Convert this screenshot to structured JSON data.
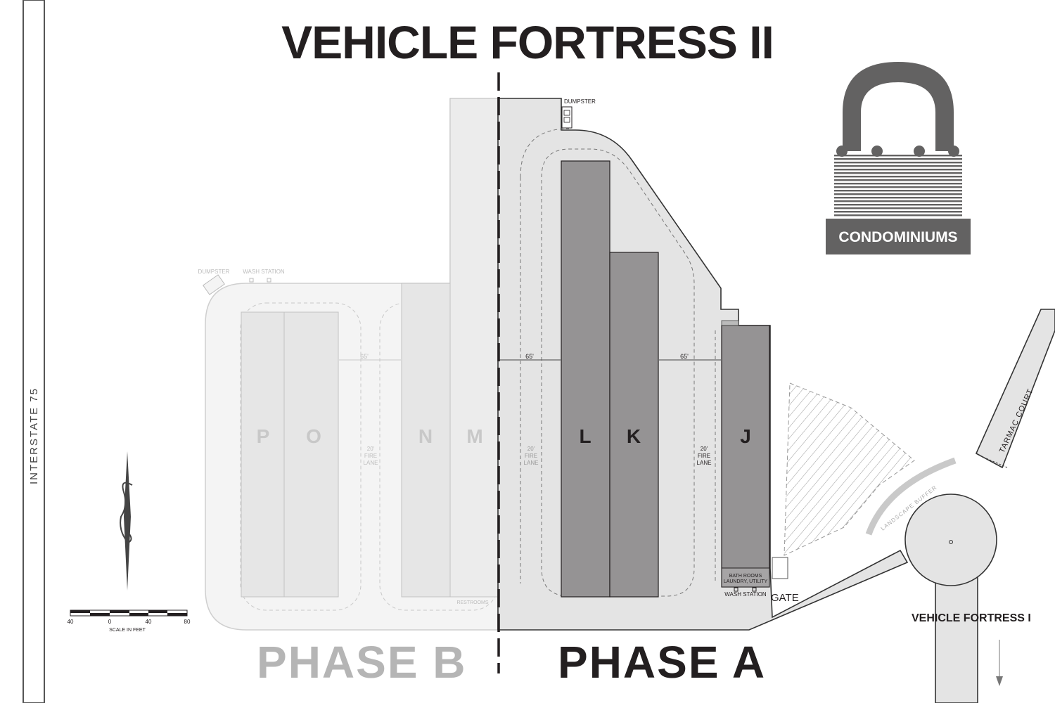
{
  "title": "VEHICLE FORTRESS II",
  "badge": "CONDOMINIUMS",
  "phases": {
    "b": "PHASE  B",
    "a": "PHASE  A"
  },
  "highway": "INTERSTATE  75",
  "road": "TARMAC COURT",
  "buffer": "LANDSCAPE BUFFER",
  "neighbor": "VEHICLE FORTRESS I",
  "gate": "GATE",
  "buildings": {
    "p": "P",
    "o": "O",
    "n": "N",
    "m": "M",
    "l": "L",
    "k": "K",
    "j": "J"
  },
  "labels": {
    "dumpster_a": "DUMPSTER",
    "dumpster_b": "DUMPSTER",
    "wash_station_a": "WASH  STATION",
    "wash_station_b": "WASH  STATION",
    "restrooms": "RESTROOMS",
    "bath_rooms": "BATH ROOMS",
    "laundry_utility": "LAUNDRY, UTILITY",
    "fire_lane": [
      "20'",
      "FIRE",
      "LANE"
    ]
  },
  "dimensions": {
    "gap_b": "65'",
    "gap_a1": "65'",
    "gap_a2": "65'"
  },
  "scale": {
    "ticks": [
      "40",
      "0",
      "40",
      "80"
    ],
    "caption": "SCALE IN FEET"
  },
  "colors": {
    "phase_a_building": "#959394",
    "phase_b_building": "#e6e6e6",
    "phase_a_pavement": "#e4e4e4",
    "phase_b_pavement": "#f4f4f4",
    "lock": "#636262",
    "ink": "#231f20",
    "faded": "#b5b5b5"
  }
}
